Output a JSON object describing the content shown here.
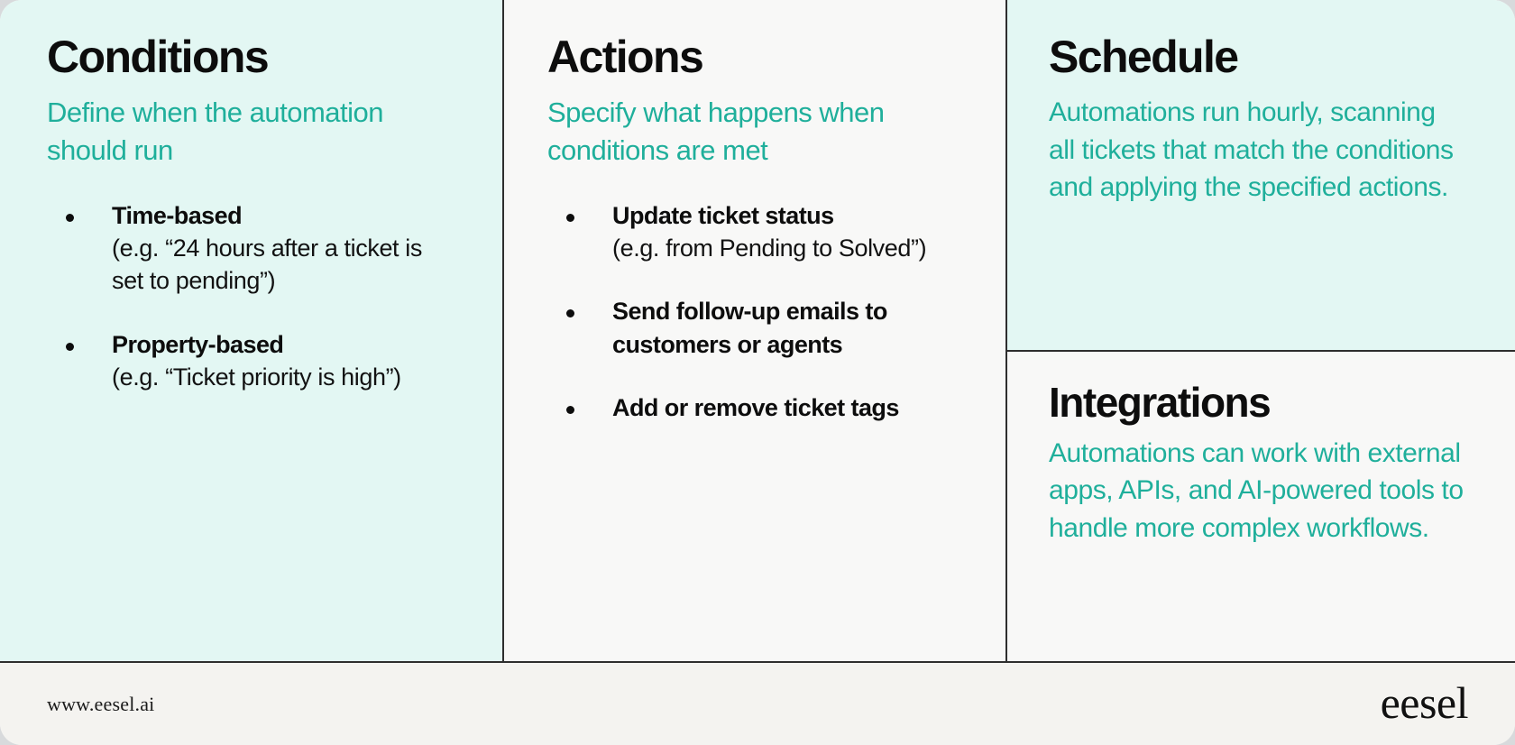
{
  "panels": {
    "conditions": {
      "title": "Conditions",
      "subtitle": "Define when the automation should run",
      "bullets": [
        {
          "strong": "Time-based",
          "detail": "(e.g. “24 hours after a ticket is set to pending”)"
        },
        {
          "strong": "Property-based",
          "detail": "(e.g. “Ticket priority is high”)"
        }
      ]
    },
    "actions": {
      "title": "Actions",
      "subtitle": "Specify what happens when conditions are met",
      "bullets": [
        {
          "strong": "Update ticket status",
          "detail": "(e.g. from Pending to Solved”)"
        },
        {
          "strong": "Send follow-up emails to customers or agents",
          "detail": ""
        },
        {
          "strong": "Add or remove ticket tags",
          "detail": ""
        }
      ]
    },
    "schedule": {
      "title": "Schedule",
      "body": "Automations run hourly, scanning all tickets that match the conditions and applying the specified actions."
    },
    "integrations": {
      "title": "Integrations",
      "body": "Automations can work with external apps, APIs, and AI-powered tools to handle more complex workflows."
    }
  },
  "footer": {
    "url": "www.eesel.ai",
    "logo": "eesel"
  },
  "colors": {
    "teal_text": "#1faf9b",
    "mint_panel": "#e3f7f3",
    "light_panel": "#f8f8f7",
    "footer_bg": "#f4f3f0",
    "divider": "#2e2e2e",
    "heading": "#0d0d0d"
  }
}
